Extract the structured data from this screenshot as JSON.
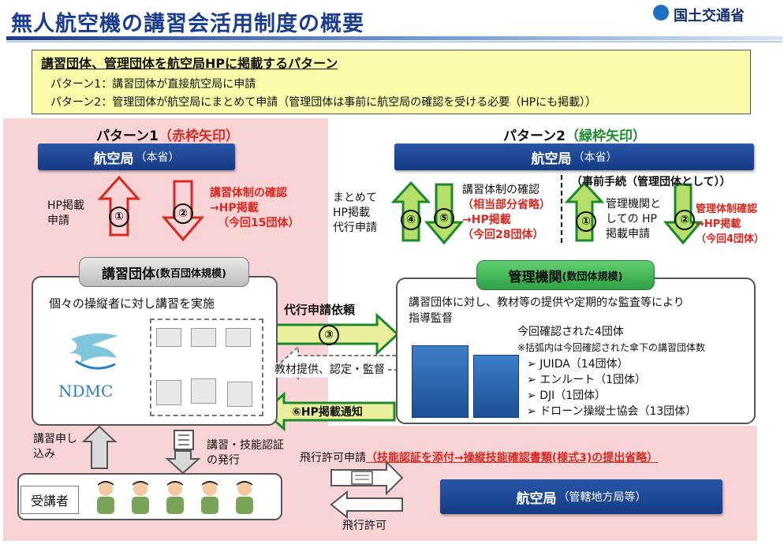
{
  "header": {
    "title": "無人航空機の講習会活用制度の概要",
    "ministry": "国土交通省",
    "accent_color": "#1a3d8f"
  },
  "summary": {
    "heading": "講習団体、管理団体を航空局HPに掲載するパターン",
    "line1": "パターン1：講習団体が直接航空局に申請",
    "line2": "パターン2：管理団体が航空局にまとめて申請（管理団体は事前に航空局の確認を受ける必要（HPにも掲載））"
  },
  "pattern1": {
    "title_main": "パターン1",
    "title_note": "（赤枠矢印）",
    "bureau": "航空局",
    "bureau_sub": "（本省）",
    "step1_num": "①",
    "step1_text": [
      "HP掲載",
      "申請"
    ],
    "step2_num": "②",
    "step2_text": [
      "講習体制の確認",
      "→HP掲載",
      "（今回15団体）"
    ],
    "org_name": "講習団体",
    "org_sub": "(数百団体規模)",
    "org_desc": "個々の操縦者に対し講習を実施",
    "logo_text": "NDMC",
    "apply_text": [
      "講習申し",
      "込み"
    ],
    "cert_text": [
      "講習・技能認証",
      "の発行"
    ],
    "trainee": "受講者",
    "pink_color": "#f9d4d7"
  },
  "pattern2": {
    "title_main": "パターン2",
    "title_note": "（緑枠矢印）",
    "bureau": "航空局",
    "bureau_sub": "（本省）",
    "step4_num": "④",
    "step4_text": [
      "まとめて",
      "HP掲載",
      "代行申請"
    ],
    "step5_num": "⑤",
    "step5_text": [
      "講習体制の確認",
      "（相当部分省略）",
      "→HP掲載",
      "（今回28団体）"
    ],
    "pre_heading": "（事前手続（管理団体として））",
    "pre1_num": "①",
    "pre1_text": [
      "管理機関と",
      "しての HP",
      "掲載申請"
    ],
    "pre2_num": "②",
    "pre2_text": [
      "管理体制確認",
      "→HP掲載",
      "（今回4団体）"
    ],
    "org_name": "管理機関",
    "org_sub": "(数団体規模)",
    "org_desc": [
      "講習団体に対し、教材等の提供や定期的な監査等により",
      "指導監督"
    ],
    "confirmed_heading": "今回確認された4団体",
    "confirmed_note": "※括弧内は今回確認された傘下の講習団体数",
    "confirmed_list": [
      "JUIDA（14団体）",
      "エンルート（1団体）",
      "DJI（1団体）",
      "ドローン操縦士協会（13団体）"
    ],
    "green_color": "#2fa046"
  },
  "flows": {
    "step3_label": "代行申請依頼",
    "step3_num": "③",
    "material_label": "教材提供、認定・監督",
    "step6_label": "⑥HP掲載通知",
    "flight_apply_prefix": "飛行許可申請",
    "flight_apply_note": "（技能認証を添付→操縦技能確認書類(様式3)の提出省略）",
    "regional_bureau": "航空局",
    "regional_sub": "（管轄地方局等）",
    "flight_permit": "飛行許可"
  }
}
